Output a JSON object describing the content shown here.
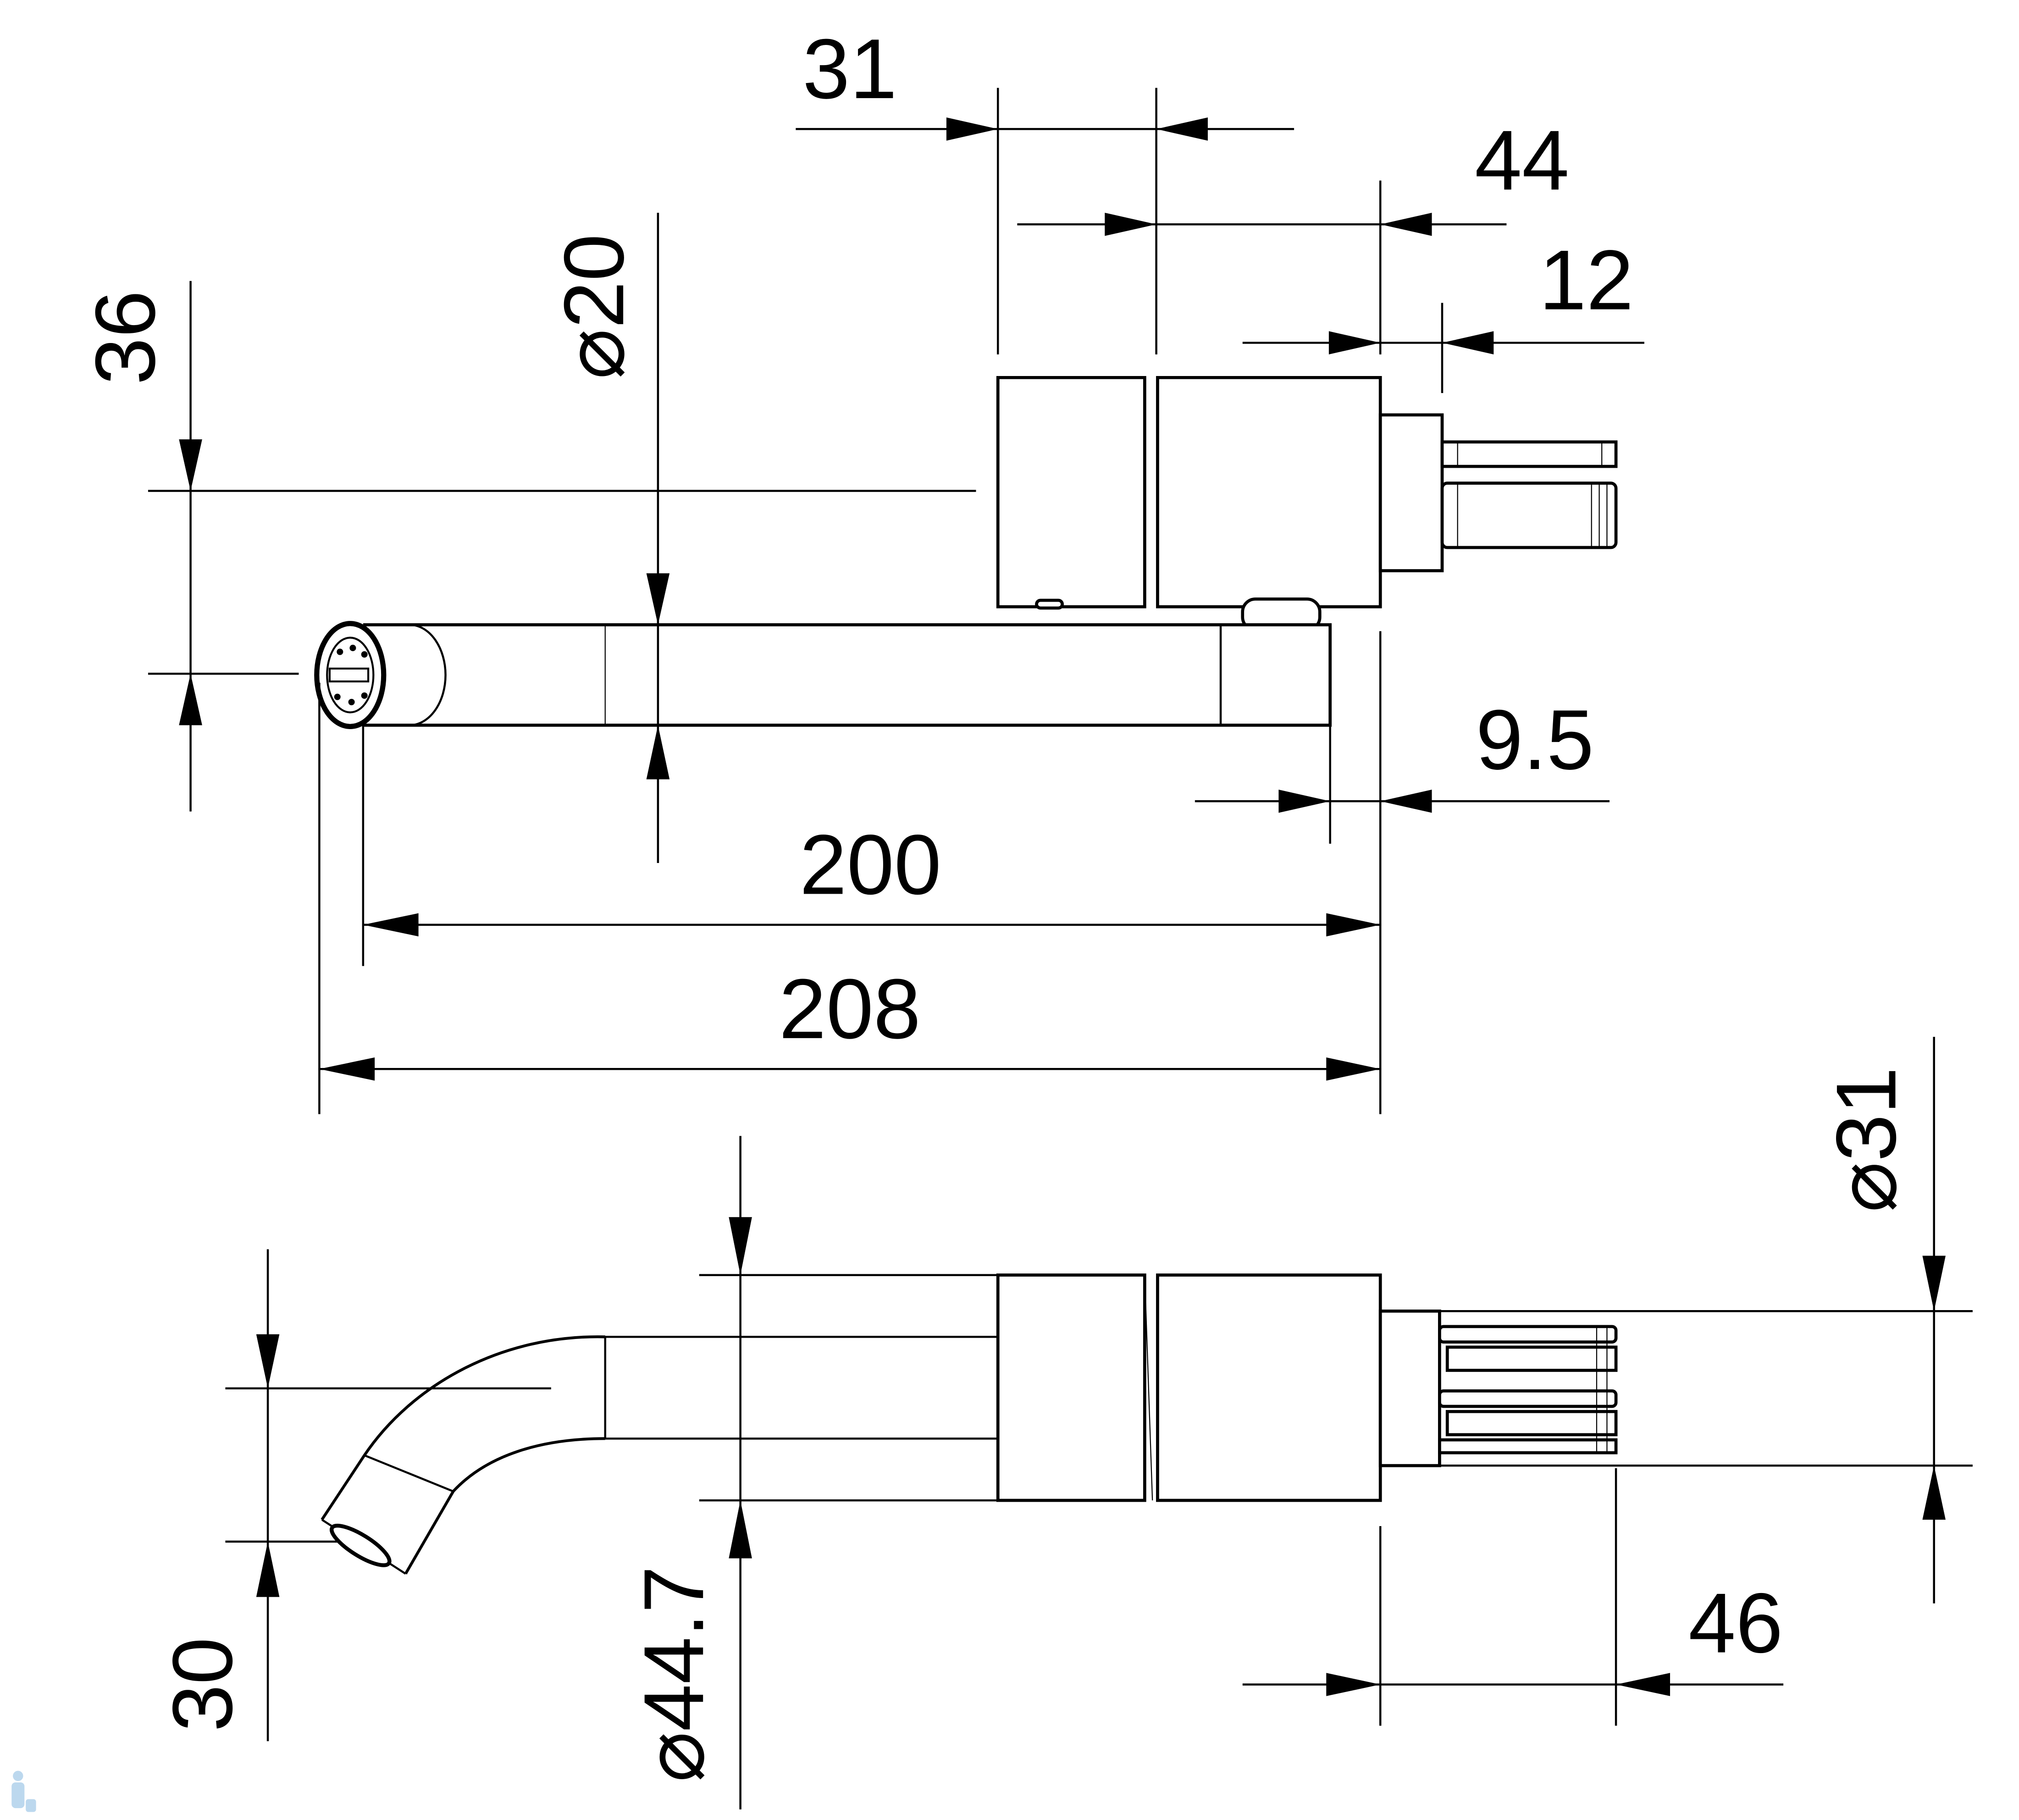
{
  "drawing": {
    "top_view": {
      "dim_31": "31",
      "dim_44": "44",
      "dim_12": "12",
      "dim_36": "36",
      "dim_dia20": "⌀20",
      "dim_9_5": "9.5",
      "dim_200": "200",
      "dim_208": "208"
    },
    "side_view": {
      "dim_dia31": "⌀31",
      "dim_46": "46",
      "dim_dia44_7": "⌀44.7",
      "dim_30": "30"
    },
    "colors": {
      "line": "#000000",
      "watermark": "#bcd8ee"
    }
  }
}
